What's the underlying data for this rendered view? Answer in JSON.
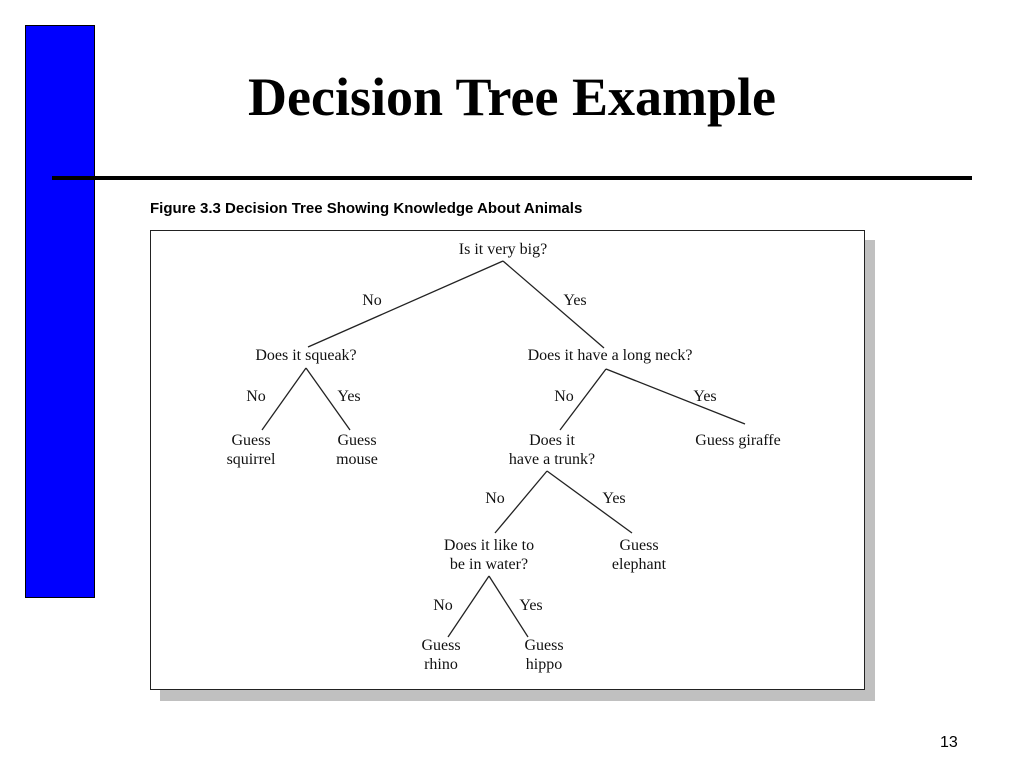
{
  "slide": {
    "title": "Decision Tree Example",
    "page_number": "13",
    "accent_color": "#0000ff"
  },
  "figure": {
    "caption": "Figure 3.3 Decision Tree Showing Knowledge About Animals",
    "nodes": {
      "root": "Is it very big?",
      "squeak": "Does it squeak?",
      "neck": "Does it have a long neck?",
      "squirrel_1": "Guess",
      "squirrel_2": "squirrel",
      "mouse_1": "Guess",
      "mouse_2": "mouse",
      "trunk_1": "Does it",
      "trunk_2": "have a trunk?",
      "giraffe": "Guess giraffe",
      "water_1": "Does it like to",
      "water_2": "be in water?",
      "elephant_1": "Guess",
      "elephant_2": "elephant",
      "rhino_1": "Guess",
      "rhino_2": "rhino",
      "hippo_1": "Guess",
      "hippo_2": "hippo"
    },
    "edges": {
      "root_no": "No",
      "root_yes": "Yes",
      "squeak_no": "No",
      "squeak_yes": "Yes",
      "neck_no": "No",
      "neck_yes": "Yes",
      "trunk_no": "No",
      "trunk_yes": "Yes",
      "water_no": "No",
      "water_yes": "Yes"
    }
  }
}
